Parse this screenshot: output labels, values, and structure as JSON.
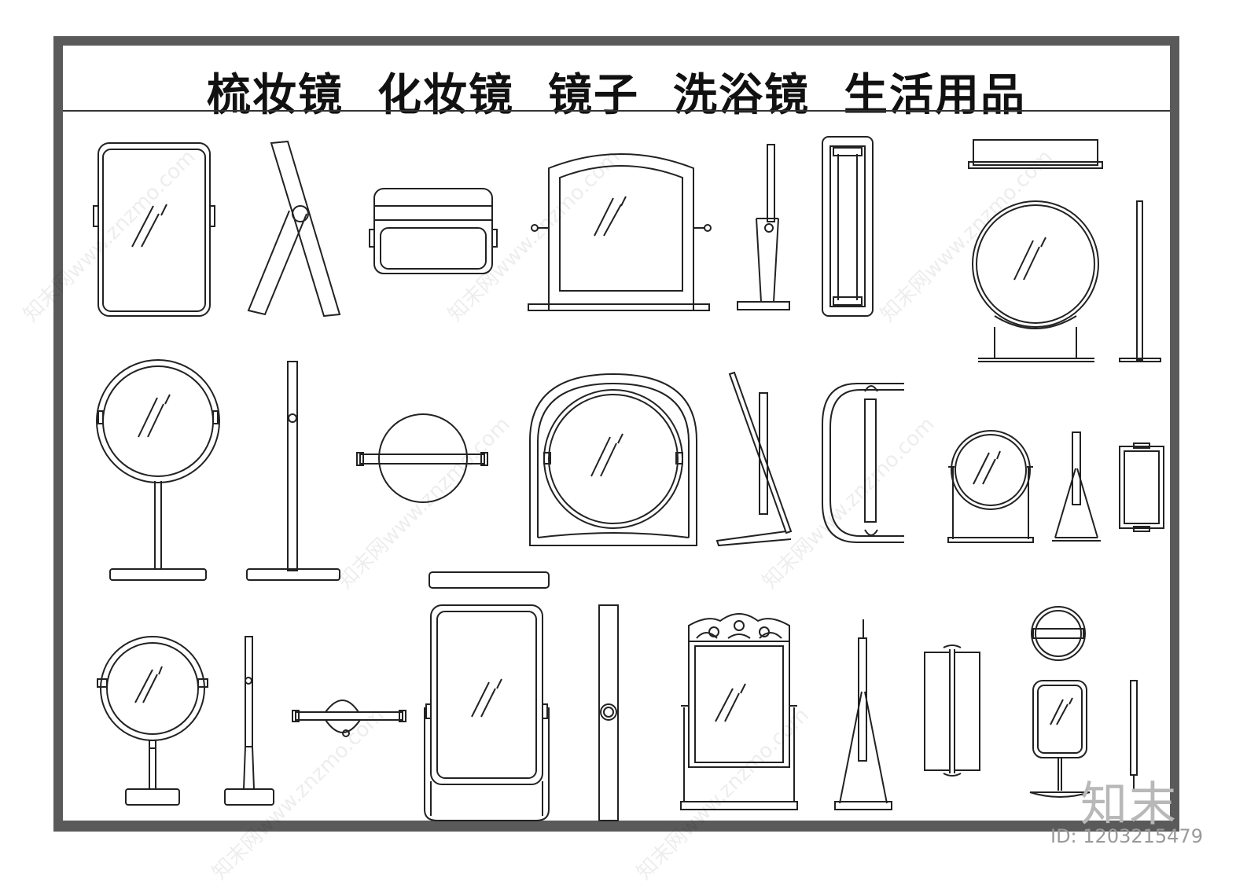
{
  "title": "梳妆镜  化妆镜  镜子  洗浴镜  生活用品",
  "watermark": "知末网www.znzmo.com",
  "logo": "知末",
  "id_label": "ID: 1203215479",
  "colors": {
    "frame": "#5a5a5a",
    "line": "#222222",
    "paper": "#ffffff"
  },
  "icons": [
    "mirror-icon",
    "pivot-icon",
    "stand-icon"
  ]
}
